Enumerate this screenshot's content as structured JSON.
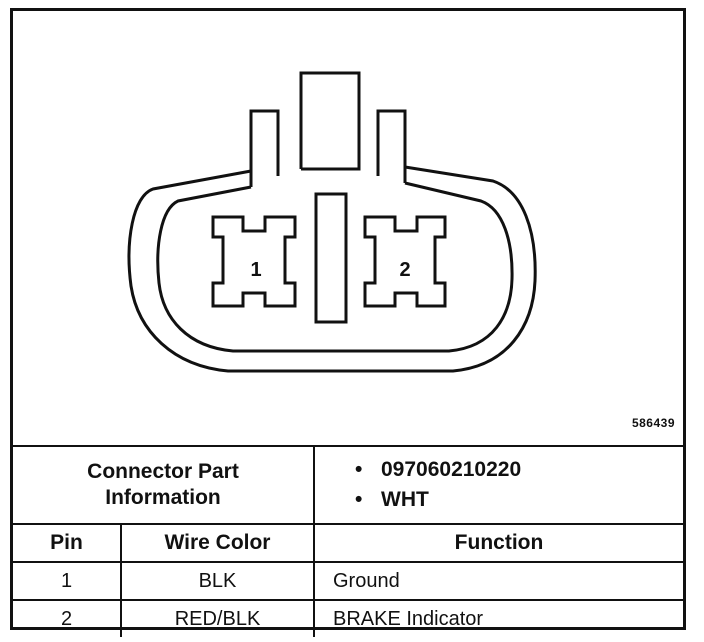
{
  "diagram": {
    "figure_id": "586439",
    "pin_labels": [
      "1",
      "2"
    ]
  },
  "table": {
    "connector_part_info_line1": "Connector Part",
    "connector_part_info_line2": "Information",
    "part_details": [
      {
        "bullet": "•",
        "text": "097060210220"
      },
      {
        "bullet": "•",
        "text": "WHT"
      }
    ],
    "headers": {
      "pin": "Pin",
      "wire_color": "Wire Color",
      "function": "Function"
    },
    "rows": [
      {
        "pin": "1",
        "wire_color": "BLK",
        "function": "Ground"
      },
      {
        "pin": "2",
        "wire_color": "RED/BLK",
        "function": "BRAKE Indicator"
      }
    ]
  }
}
